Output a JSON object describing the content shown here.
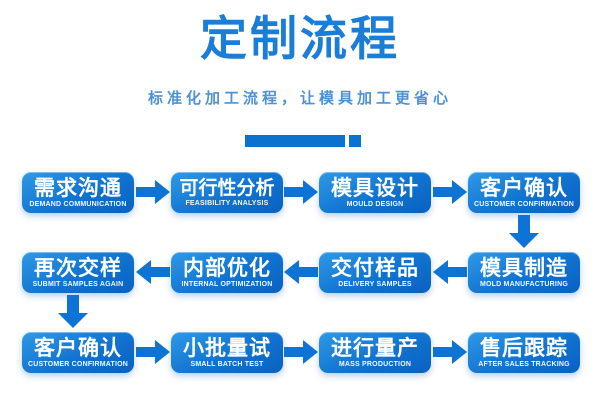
{
  "header": {
    "title": "定制流程",
    "subtitle": "标准化加工流程，让模具加工更省心"
  },
  "colors": {
    "title": "#1a7ed8",
    "subtitle": "#4d92d6",
    "decor_bar": "#0c72d0",
    "box_top": "#2f99e7",
    "box_mid": "#1173d0",
    "box_bottom": "#0a61c0",
    "arrow": "#0d74d6",
    "box_text": "#ffffff",
    "bg": "#ffffff"
  },
  "steps": [
    {
      "zh": "需求沟通",
      "en": "DEMAND COMMUNICATION"
    },
    {
      "zh": "可行性分析",
      "en": "FEASIBILITY ANALYSIS"
    },
    {
      "zh": "模具设计",
      "en": "MOULD DESIGN"
    },
    {
      "zh": "客户确认",
      "en": "CUSTOMER CONFIRMATION"
    },
    {
      "zh": "模具制造",
      "en": "MOLD MANUFACTURING"
    },
    {
      "zh": "交付样品",
      "en": "DELIVERY SAMPLES"
    },
    {
      "zh": "内部优化",
      "en": "INTERNAL OPTIMIZATION"
    },
    {
      "zh": "再次交样",
      "en": "SUBMIT SAMPLES AGAIN"
    },
    {
      "zh": "客户确认",
      "en": "CUSTOMER CONFIRMATION"
    },
    {
      "zh": "小批量试",
      "en": "SMALL BATCH TEST"
    },
    {
      "zh": "进行量产",
      "en": "MASS PRODUCTION"
    },
    {
      "zh": "售后跟踪",
      "en": "AFTER SALES TRACKING"
    }
  ]
}
